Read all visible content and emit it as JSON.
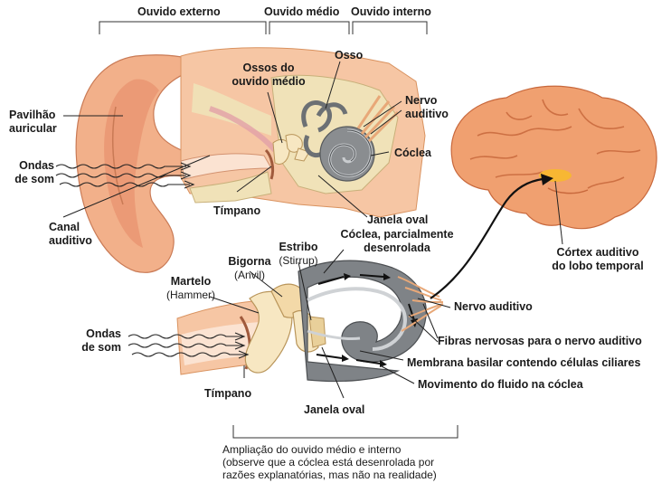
{
  "sections": {
    "outer": "Ouvido externo",
    "middle": "Ouvido médio",
    "inner": "Ouvido interno"
  },
  "upper": {
    "pinna": [
      "Pavilhão",
      "auricular"
    ],
    "sound_waves": [
      "Ondas",
      "de som"
    ],
    "ear_canal": [
      "Canal",
      "auditivo"
    ],
    "ossicles": [
      "Ossos do",
      "ouvido médio"
    ],
    "bone": "Osso",
    "auditory_nerve": [
      "Nervo",
      "auditivo"
    ],
    "cochlea": "Cóclea",
    "eardrum": "Tímpano",
    "oval_window": "Janela oval"
  },
  "brain": {
    "auditory_cortex": [
      "Córtex auditivo",
      "do lobo temporal"
    ]
  },
  "lower": {
    "uncoiled_cochlea": [
      "Cóclea, parcialmente",
      "desenrolada"
    ],
    "stapes": "Estribo",
    "stapes_en": "(Stirrup)",
    "incus": "Bigorna",
    "incus_en": "(Anvil)",
    "malleus": "Martelo",
    "malleus_en": "(Hammer)",
    "sound_waves": [
      "Ondas",
      "de som"
    ],
    "eardrum": "Tímpano",
    "oval_window": "Janela oval",
    "auditory_nerve": "Nervo auditivo",
    "nerve_fibers": "Fibras nervosas para o nervo auditivo",
    "basilar_membrane": "Membrana basilar contendo células ciliares",
    "fluid_motion": "Movimento do fluido na cóclea"
  },
  "caption": [
    "Ampliação do ouvido médio e interno",
    "(observe que a cóclea está desenrolada por",
    "razões explanatórias, mas não na realidade)"
  ],
  "icons": [
    "ear-illustration",
    "brain-illustration",
    "cochlea-illustration",
    "sound-wave-icon",
    "arrow-icon"
  ],
  "colors": {
    "skin": "#f2b08a",
    "skin_dark": "#d9825a",
    "bone": "#f0e2b8",
    "brain": "#f0a070",
    "cortex": "#f7b733",
    "cochlea": "#8a8d90",
    "nerve": "#e8a878",
    "leader": "#222222"
  }
}
